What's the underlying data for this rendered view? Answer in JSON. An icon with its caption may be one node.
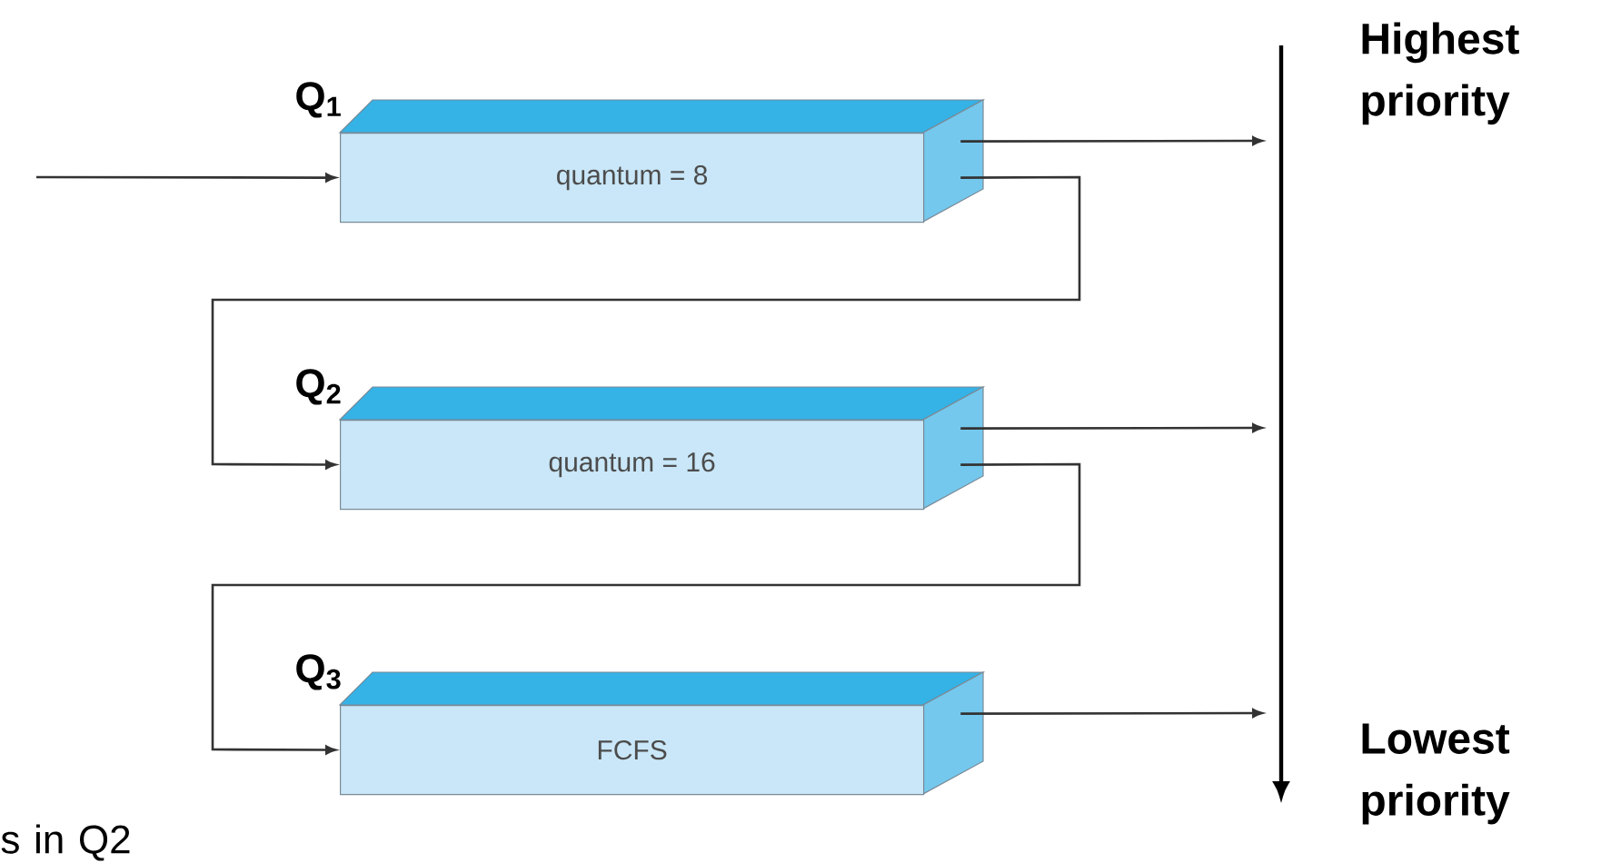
{
  "diagram": {
    "nodes": [
      {
        "text": [
          "Q$_{1}$",
          "quantum = 8"
        ]
      },
      {
        "text": [
          "Q$_{2}$",
          "quantum = 16"
        ]
      },
      {
        "text": [
          "Q$_{3}$",
          "FCFS"
        ]
      }
    ],
    "edges": [
      {
        "from": null,
        "to": 0,
        "arrow": "to"
      },
      {
        "from": 0,
        "to": null,
        "arrow": "to"
      },
      {
        "from": 0,
        "to": 1,
        "arrow": "to"
      },
      {
        "from": 1,
        "to": null,
        "arrow": "to"
      },
      {
        "from": 1,
        "to": 2,
        "arrow": "to"
      },
      {
        "from": 2,
        "to": null,
        "arrow": "to"
      }
    ],
    "labels": [
      "Highest priority",
      "Lowest priority",
      "s in Q2"
    ]
  }
}
